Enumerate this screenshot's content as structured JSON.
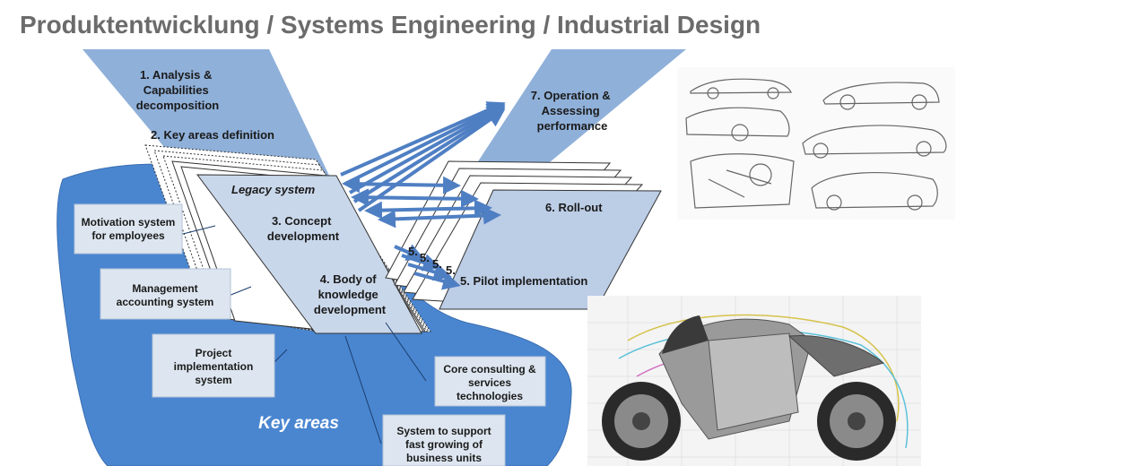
{
  "title": "Produktentwicklung / Systems Engineering / Industrial Design",
  "diagram": {
    "phases": {
      "p1": [
        "1. Analysis &",
        "Capabilities",
        "decomposition"
      ],
      "p2": "2. Key areas definition",
      "legacy": "Legacy system",
      "p3": [
        "3. Concept",
        "development"
      ],
      "p4": [
        "4. Body of",
        "knowledge",
        "development"
      ],
      "p5_stack": [
        "5.",
        "5.",
        "5.",
        "5."
      ],
      "p5": "5. Pilot implementation",
      "p6": "6. Roll-out",
      "p7": [
        "7. Operation &",
        "Assessing",
        "performance"
      ]
    },
    "key_areas_label": "Key areas",
    "boxes": {
      "motivation": [
        "Motivation system",
        "for  employees"
      ],
      "management": [
        "Management",
        "accounting system"
      ],
      "project": [
        "Project",
        "implementation",
        "system"
      ],
      "core": [
        "Core consulting &",
        "services",
        "technologies"
      ],
      "support": [
        "System to support",
        "fast growing  of",
        "business units"
      ]
    }
  },
  "images": {
    "car_sketches": "car-sketches",
    "motorcycle": "motorcycle-rendering"
  },
  "colors": {
    "title": "#6b6b6b",
    "band_dark": "#8fb0d9",
    "band_light": "#bccde6",
    "blob": "#4a86d0",
    "box_fill": "#dde6f0",
    "arrow": "#4f7fc3"
  }
}
